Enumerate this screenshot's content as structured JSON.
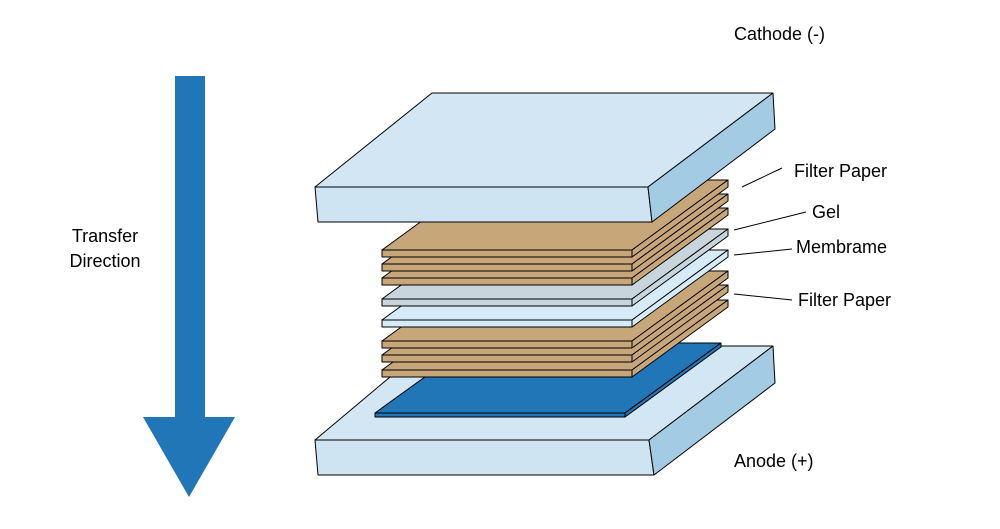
{
  "labels": {
    "cathode": "Cathode (-)",
    "anode": "Anode (+)",
    "transfer_line1": "Transfer",
    "transfer_line2": "Direction",
    "filter_paper_top": "Filter Paper",
    "gel": "Gel",
    "membrane": "Membrame",
    "filter_paper_bottom": "Filter Paper"
  },
  "colors": {
    "arrow": "#2176b8",
    "electrode_top": "#d3e6f3",
    "electrode_front": "#cfe4f2",
    "electrode_side": "#a3cbe3",
    "filter_paper": "#c7a679",
    "membrane": "#c9d5dc",
    "gel": "#d6ebf8",
    "anode_plate": "#2176b8"
  }
}
